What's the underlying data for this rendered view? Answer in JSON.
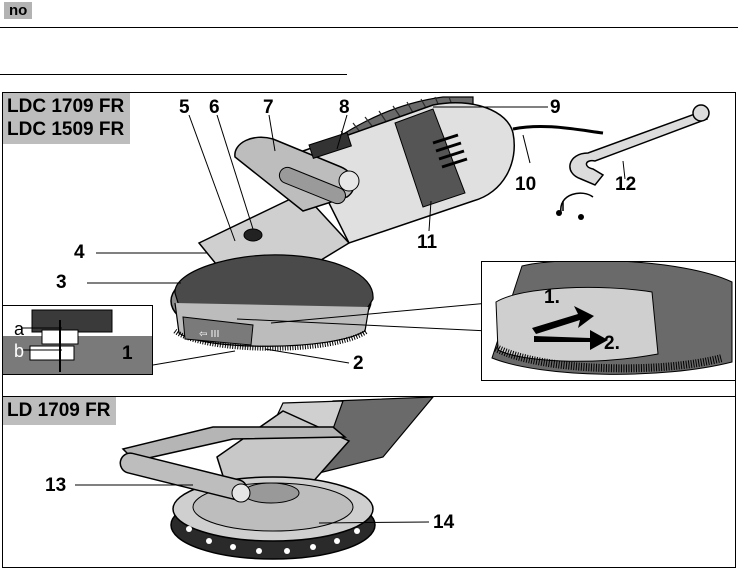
{
  "header": {
    "language_code": "no"
  },
  "figure_upper": {
    "model_labels": [
      "LDC 1709 FR",
      "LDC 1509 FR"
    ],
    "callouts": {
      "n1": "1",
      "n2": "2",
      "n3": "3",
      "n4": "4",
      "n5": "5",
      "n6": "6",
      "n7": "7",
      "n8": "8",
      "n9": "9",
      "n10": "10",
      "n11": "11",
      "n12": "12"
    },
    "inset_left": {
      "letter_a": "a",
      "letter_b": "b",
      "step": "1"
    },
    "inset_right": {
      "step1": "1.",
      "step2": "2."
    }
  },
  "figure_lower": {
    "model_label": "LD 1709 FR",
    "callouts": {
      "n13": "13",
      "n14": "14"
    }
  },
  "colors": {
    "body_gray": "#d6d6d6",
    "dark_gray": "#3a3a3a",
    "label_gray": "#bdbdbd"
  }
}
